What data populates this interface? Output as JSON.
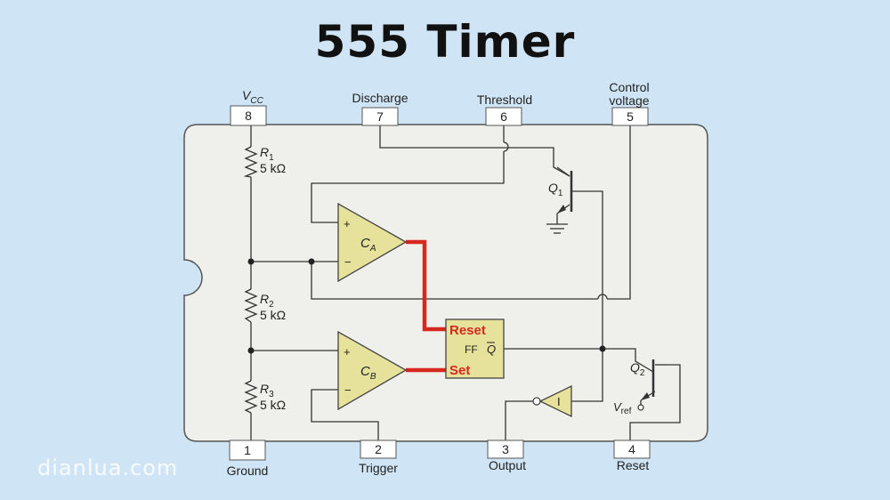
{
  "title": "555 Timer",
  "watermark": "dianlua.com",
  "pins": [
    {
      "num": "8",
      "label_main": "V",
      "label_sub": "CC"
    },
    {
      "num": "7",
      "label": "Discharge"
    },
    {
      "num": "6",
      "label": "Threshold"
    },
    {
      "num": "5",
      "label_line1": "Control",
      "label_line2": "voltage"
    },
    {
      "num": "1",
      "label": "Ground"
    },
    {
      "num": "2",
      "label": "Trigger"
    },
    {
      "num": "3",
      "label": "Output"
    },
    {
      "num": "4",
      "label": "Reset"
    }
  ],
  "resistors": [
    {
      "name": "R",
      "sub": "1",
      "value": "5 kΩ"
    },
    {
      "name": "R",
      "sub": "2",
      "value": "5 kΩ"
    },
    {
      "name": "R",
      "sub": "3",
      "value": "5 kΩ"
    }
  ],
  "comparators": [
    {
      "name": "C",
      "sub": "A",
      "plus": "+",
      "minus": "−"
    },
    {
      "name": "C",
      "sub": "B",
      "plus": "+",
      "minus": "−"
    }
  ],
  "flipflop": {
    "reset": "Reset",
    "set": "Set",
    "ff": "FF",
    "q": "Q"
  },
  "transistors": [
    {
      "name": "Q",
      "sub": "1"
    },
    {
      "name": "Q",
      "sub": "2"
    }
  ],
  "inverter": {
    "label": "I"
  },
  "vref": {
    "main": "V",
    "sub": "ref"
  }
}
